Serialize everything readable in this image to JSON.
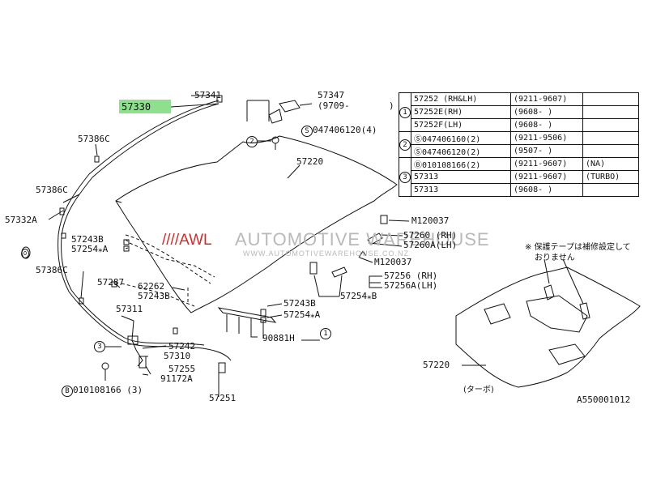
{
  "highlight_part": "57330",
  "watermark": {
    "prefix": "////AWL",
    "name": "AUTOMOTIVE WAREHOUSE",
    "url": "WWW.AUTOMOTIVEWAREHOUSE.CO.NZ"
  },
  "labels": {
    "p57341": "57341",
    "p57347": "57347",
    "p57347_date": "(9709-",
    "p57347_close": ")",
    "s_bolt_circ": "S",
    "s_bolt": "047406120(4)",
    "ref2": "2",
    "p57386c_top": "57386C",
    "p57386c_mid": "57386C",
    "p57386c_low": "57386C",
    "p57332a": "57332A",
    "p57220": "57220",
    "p57243b_left": "57243B",
    "p57254a_left": "57254⁎A",
    "p57287": "57287",
    "p62262": "62262",
    "p57243b_mid": "57243B",
    "p57311": "57311",
    "p57242": "57242",
    "ref3": "3",
    "p57310": "57310",
    "p57255": "57255",
    "p91172a": "91172A",
    "p57251": "57251",
    "b_bolt_circ": "B",
    "b_bolt": "010108166 (3)",
    "m120037_top": "M120037",
    "p57260": "57260 (RH)",
    "p57260a": "57260A(LH)",
    "m120037_low": "M120037",
    "p57256": "57256  (RH)",
    "p57256a": "57256A(LH)",
    "p57254b": "57254⁎B",
    "p57243b_right": "57243B",
    "p57254a_right": "57254⁎A",
    "p90881h": "90881H",
    "ref1": "1",
    "note_line1": "※ 保護テープは補修設定して",
    "note_line2": "おりません",
    "p57220_turbo": "57220",
    "turbo": "(ターボ)",
    "figure_id": "A550001012",
    "ring_circ": "O"
  },
  "spec_table": {
    "rows": [
      {
        "group": "1",
        "part": "57252  (RH&LH)",
        "period": "(9211-9607)",
        "extra": ""
      },
      {
        "group": "",
        "part": "57252E(RH)",
        "period": "(9608-       )",
        "extra": ""
      },
      {
        "group": "",
        "part": "57252F(LH)",
        "period": "(9608-       )",
        "extra": ""
      },
      {
        "group": "2",
        "part": "Ⓢ047406160(2)",
        "period": "(9211-9506)",
        "extra": ""
      },
      {
        "group": "",
        "part": "Ⓢ047406120(2)",
        "period": "(9507-       )",
        "extra": ""
      },
      {
        "group": "3",
        "part": "Ⓑ010108166(2)",
        "period": "(9211-9607)",
        "extra": "(NA)"
      },
      {
        "group": "",
        "part": "57313",
        "period": "(9211-9607)",
        "extra": "(TURBO)"
      },
      {
        "group": "",
        "part": "57313",
        "period": "(9608-       )",
        "extra": ""
      }
    ]
  }
}
